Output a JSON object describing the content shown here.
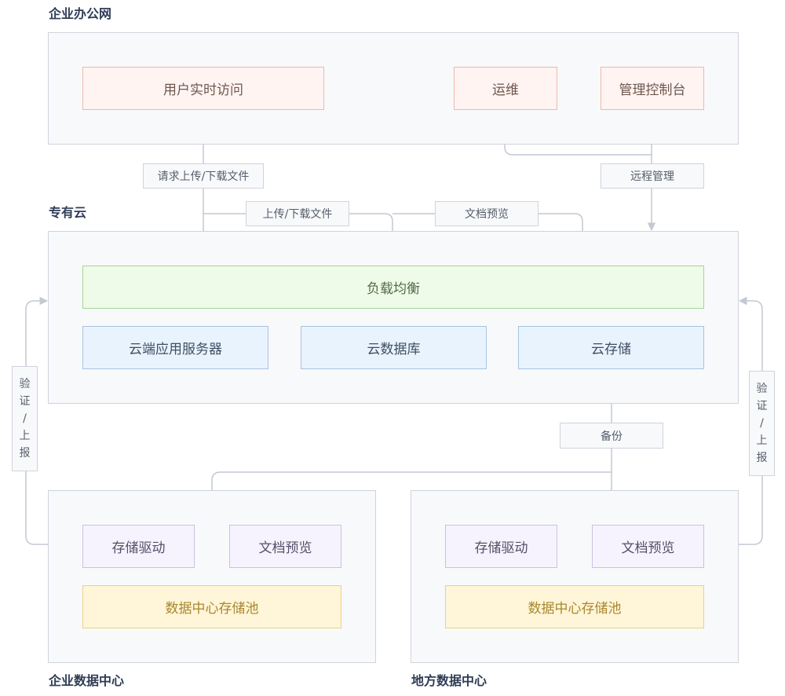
{
  "colors": {
    "title": "#2f3d55",
    "container_bg": "#f8f9fb",
    "container_border": "#cfd3dc",
    "edge": "#c4c8d2",
    "orange_fill": "#fff4f1",
    "green_fill": "#eefbe8",
    "blue_fill": "#e9f3fe",
    "purple_fill": "#f6f3fe",
    "yellow_fill": "#fff5d8"
  },
  "sections": {
    "office": {
      "title": "企业办公网",
      "nodes": {
        "user_access": "用户实时访问",
        "ops": "运维",
        "console": "管理控制台"
      }
    },
    "private_cloud": {
      "title": "专有云",
      "nodes": {
        "load_balancer": "负载均衡",
        "app_server": "云端应用服务器",
        "database": "云数据库",
        "storage": "云存储"
      }
    },
    "enterprise_dc": {
      "title": "企业数据中心",
      "nodes": {
        "storage_driver": "存储驱动",
        "doc_preview": "文档预览",
        "storage_pool": "数据中心存储池"
      }
    },
    "local_dc": {
      "title": "地方数据中心",
      "nodes": {
        "storage_driver": "存储驱动",
        "doc_preview": "文档预览",
        "storage_pool": "数据中心存储池"
      }
    }
  },
  "edge_labels": {
    "request_transfer": "请求上传/下载文件",
    "remote_manage": "远程管理",
    "transfer": "上传/下载文件",
    "doc_preview": "文档预览",
    "backup": "备份",
    "verify_left": [
      "验",
      "证",
      "/",
      "上",
      "报"
    ],
    "verify_right": [
      "验",
      "证",
      "/",
      "上",
      "报"
    ]
  }
}
